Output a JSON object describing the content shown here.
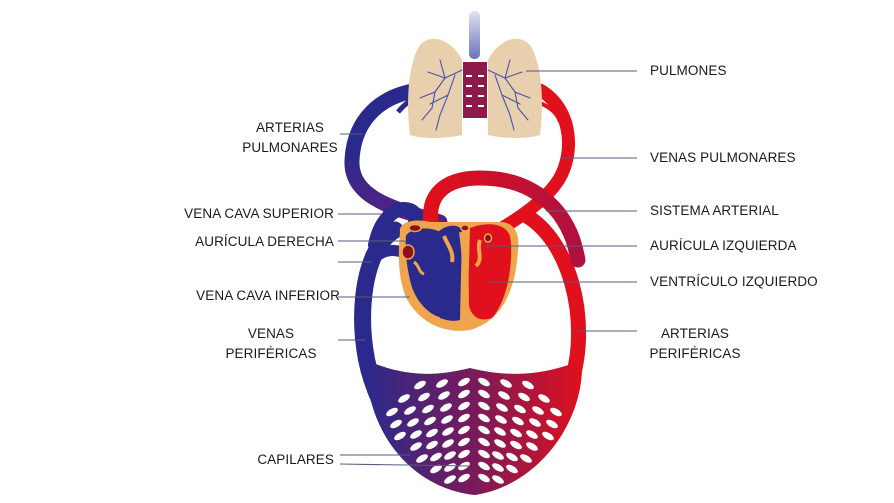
{
  "title": "Sistema circulatorio",
  "colors": {
    "venous": "#2a2a8c",
    "arterial": "#e0101c",
    "mixed": "#7a1a5a",
    "lung": "#e8cfae",
    "heart_wall": "#efa54c",
    "atrium_node": "#8e1018",
    "leader_line": "#5a5a80"
  },
  "labels": {
    "pulmones": "PULMONES",
    "arterias_pulmonares_1": "ARTERIAS",
    "arterias_pulmonares_2": "PULMONARES",
    "venas_pulmonares": "VENAS PULMONARES",
    "vena_cava_superior": "VENA CAVA SUPERIOR",
    "sistema_arterial": "SISTEMA ARTERIAL",
    "auricula_derecha": "AURÍCULA DERECHA",
    "auricula_izquierda": "AURÍCULA IZQUIERDA",
    "vena_cava_inferior": "VENA CAVA INFERIOR",
    "ventriculo_izquierdo": "VENTRÍCULO IZQUIERDO",
    "venas_perifericas_1": "VENAS",
    "venas_perifericas_2": "PERIFÉRICAS",
    "arterias_perifericas_1": "ARTERIAS",
    "arterias_perifericas_2": "PERIFÉRICAS",
    "capilares": "CAPILARES"
  }
}
